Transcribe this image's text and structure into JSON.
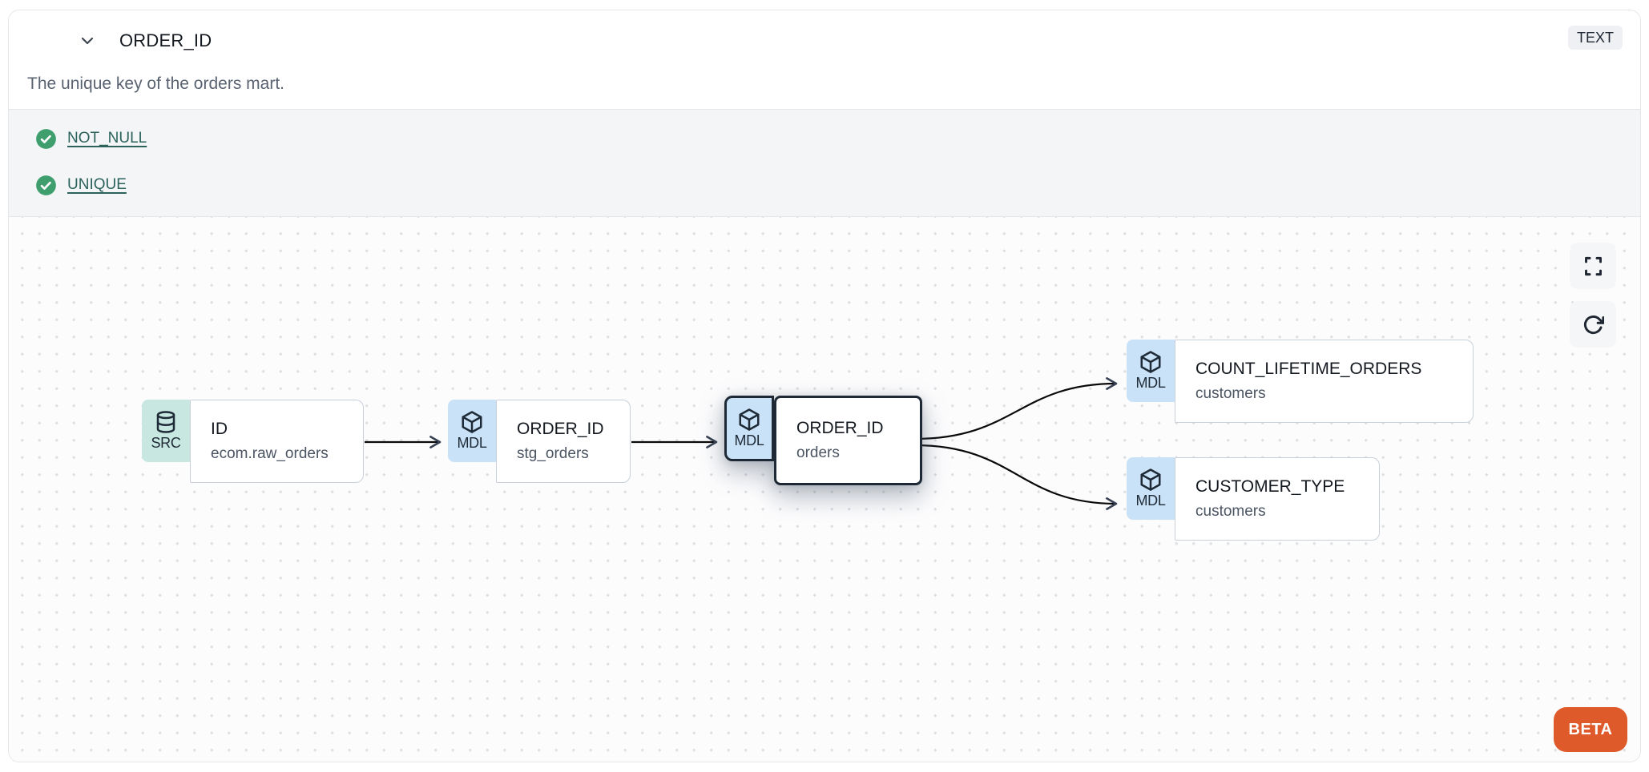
{
  "header": {
    "title": "ORDER_ID",
    "type_badge": "TEXT",
    "description": "The unique key of the orders mart."
  },
  "tests": {
    "items": [
      {
        "label": "NOT_NULL",
        "status": "pass",
        "icon": "check-circle-icon"
      },
      {
        "label": "UNIQUE",
        "status": "pass",
        "icon": "check-circle-icon"
      }
    ]
  },
  "lineage": {
    "nodes": [
      {
        "id": "src",
        "badge": "SRC",
        "icon": "database-icon",
        "title": "ID",
        "subtitle": "ecom.raw_orders",
        "selected": false
      },
      {
        "id": "stg",
        "badge": "MDL",
        "icon": "cube-icon",
        "title": "ORDER_ID",
        "subtitle": "stg_orders",
        "selected": false
      },
      {
        "id": "orders",
        "badge": "MDL",
        "icon": "cube-icon",
        "title": "ORDER_ID",
        "subtitle": "orders",
        "selected": true
      },
      {
        "id": "count",
        "badge": "MDL",
        "icon": "cube-icon",
        "title": "COUNT_LIFETIME_ORDERS",
        "subtitle": "customers",
        "selected": false
      },
      {
        "id": "ctype",
        "badge": "MDL",
        "icon": "cube-icon",
        "title": "CUSTOMER_TYPE",
        "subtitle": "customers",
        "selected": false
      }
    ],
    "edges": [
      {
        "from": "src",
        "to": "stg"
      },
      {
        "from": "stg",
        "to": "orders"
      },
      {
        "from": "orders",
        "to": "count"
      },
      {
        "from": "orders",
        "to": "ctype"
      }
    ],
    "controls": [
      {
        "name": "fullscreen",
        "icon": "fullscreen-icon"
      },
      {
        "name": "refresh",
        "icon": "refresh-icon"
      }
    ],
    "beta_label": "BETA"
  },
  "colors": {
    "src_badge_bg": "#c8e7e1",
    "mdl_badge_bg": "#c9e2f7",
    "selected_border": "#1e2935",
    "check_green": "#3f9e6e",
    "test_link_teal": "#2b635c",
    "beta_orange": "#df5a2b",
    "tests_strip_bg": "#f4f5f7"
  }
}
